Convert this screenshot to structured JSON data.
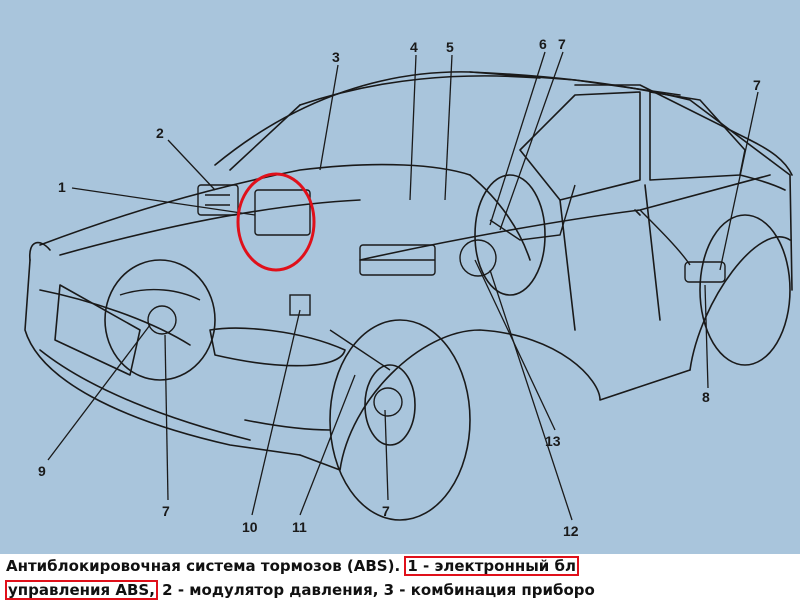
{
  "colors": {
    "background": "#a9c5dc",
    "line": "#1a1a1a",
    "highlight": "#e0101a"
  },
  "callouts": [
    "1",
    "2",
    "3",
    "4",
    "5",
    "6",
    "7",
    "7",
    "8",
    "9",
    "7",
    "10",
    "11",
    "7",
    "12",
    "13"
  ],
  "caption": {
    "line1_plain": "Антиблокировочная система тормозов (ABS). ",
    "line1_highlight": "1 - электронный бл",
    "line2_highlight": "управления ABS,",
    "line2_plain": " 2 - модулятор давления, 3 - комбинация приборо"
  }
}
